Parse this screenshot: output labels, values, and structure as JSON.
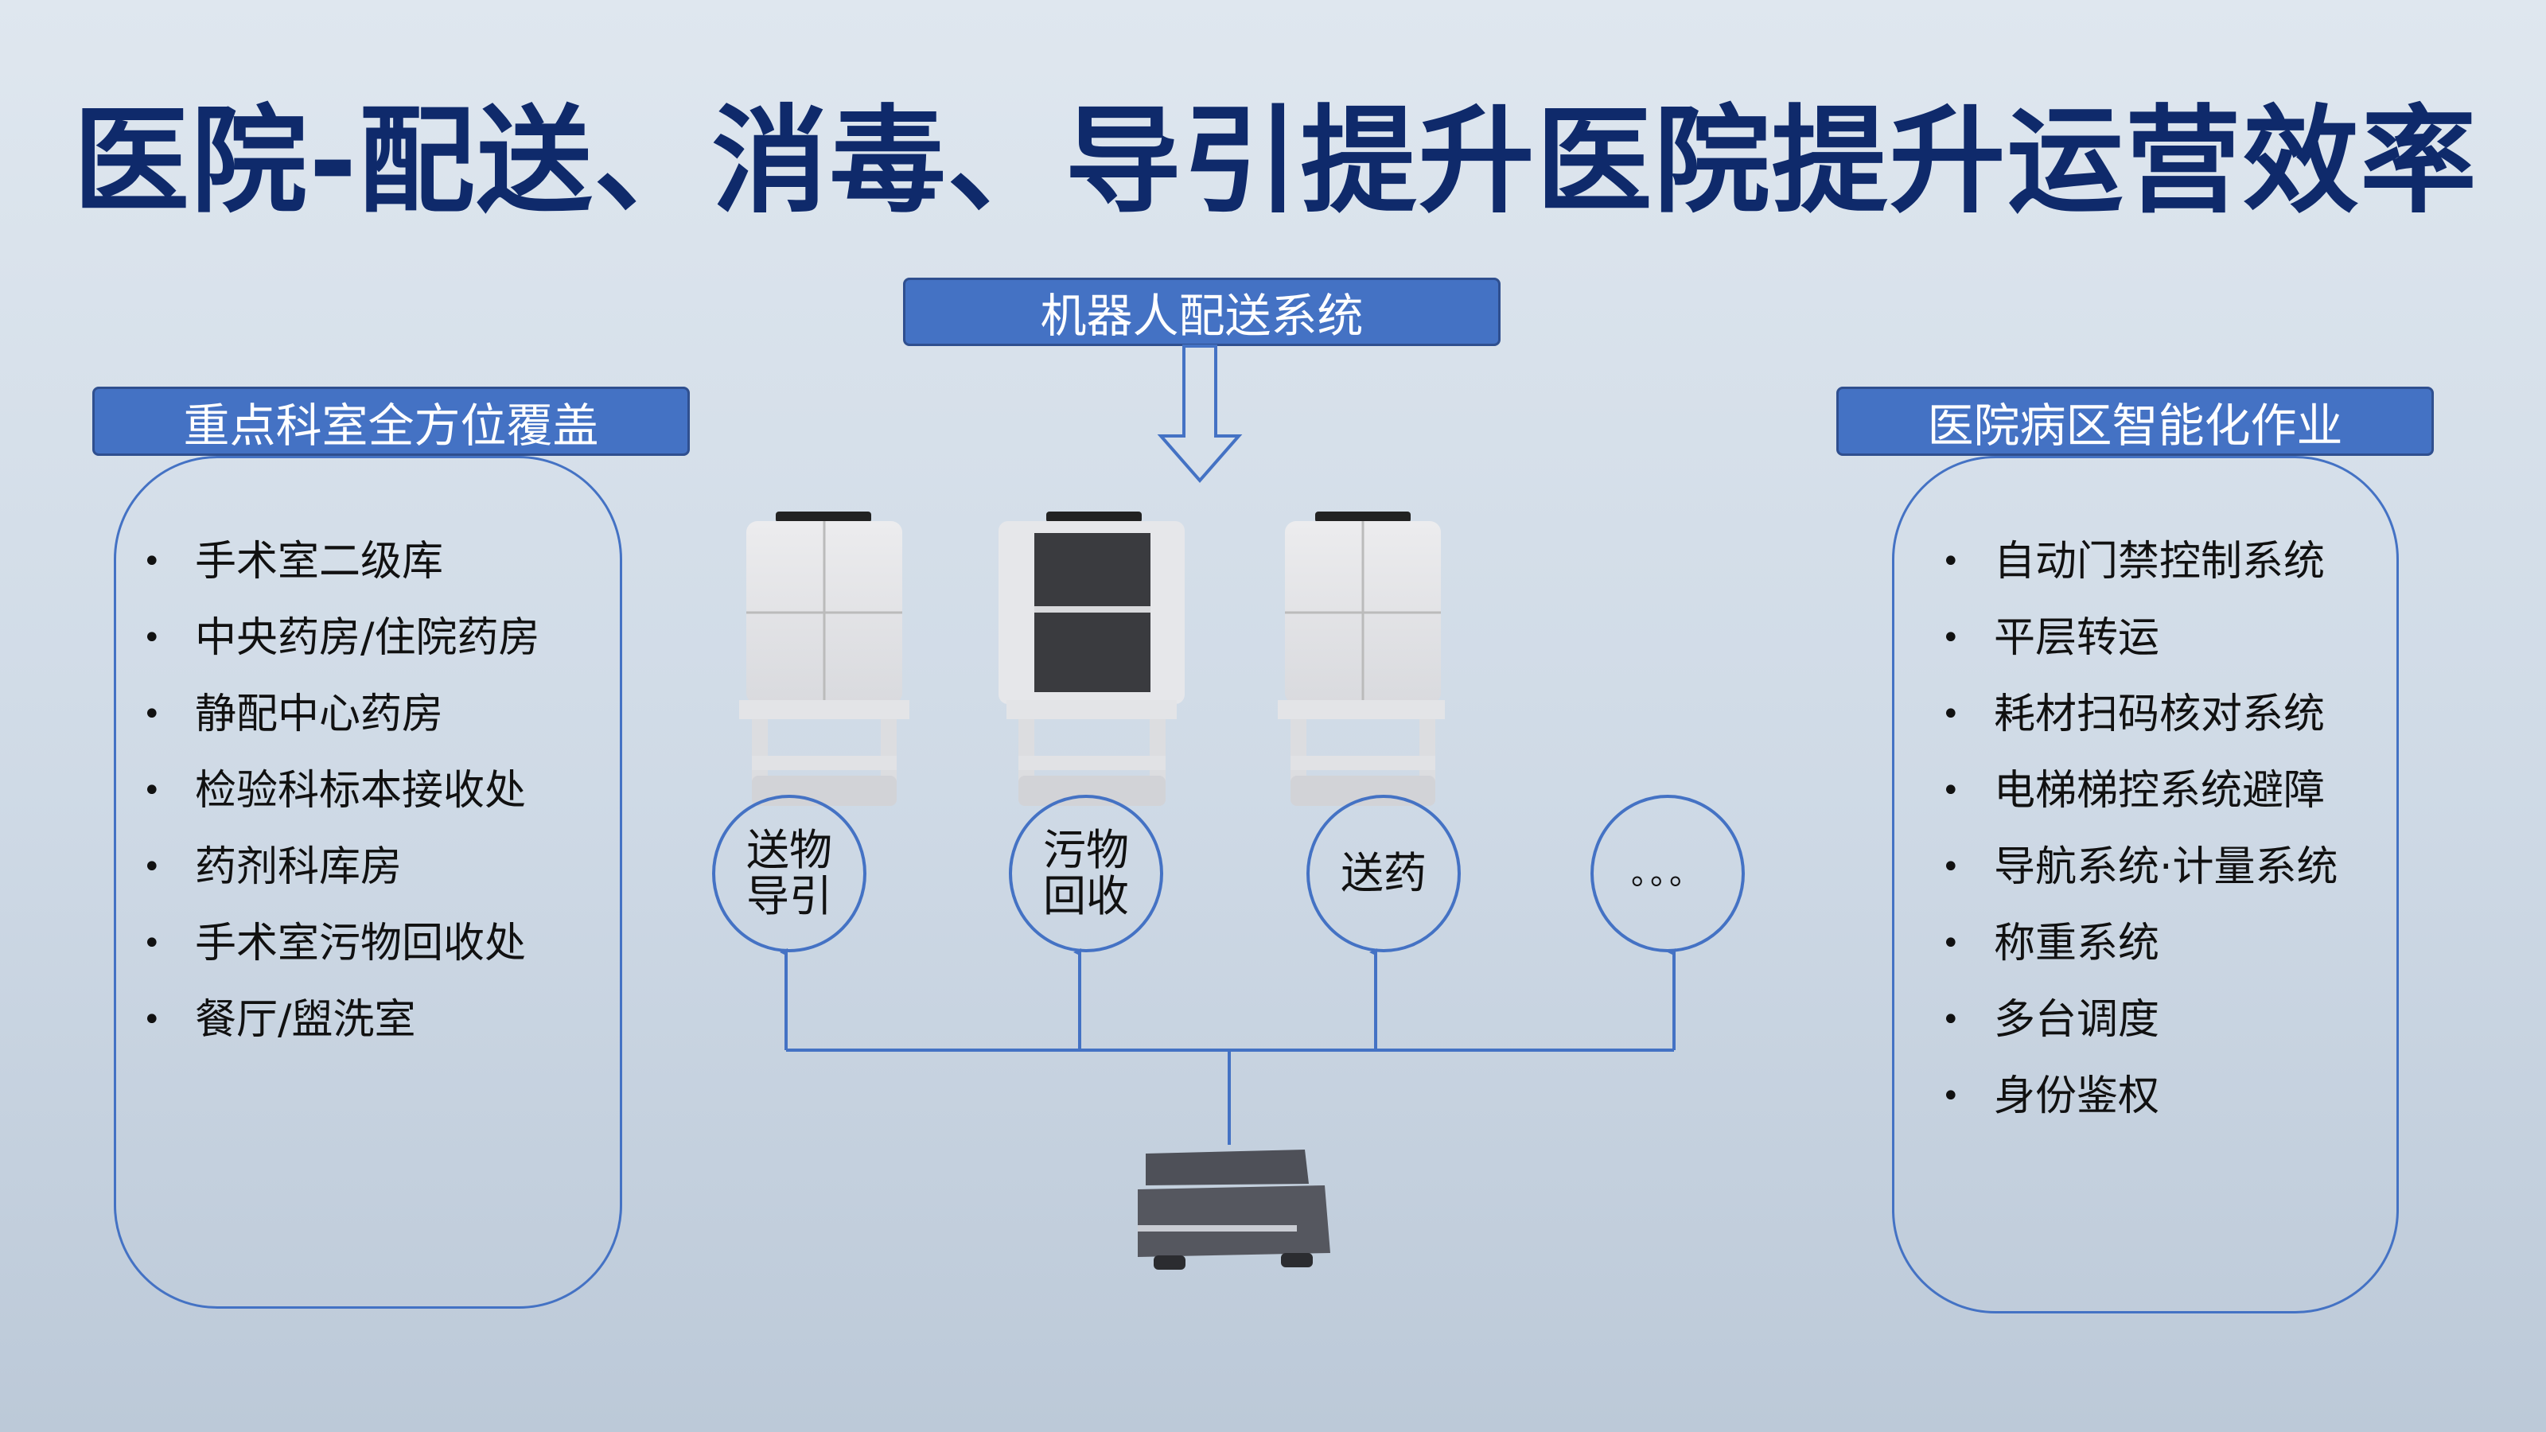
{
  "title": "医院-配送、消毒、导引提升医院提升运营效率",
  "center_header": "机器人配送系统",
  "left_panel": {
    "header": "重点科室全方位覆盖",
    "items": [
      "手术室二级库",
      "中央药房/住院药房",
      "静配中心药房",
      "检验科标本接收处",
      "药剂科库房",
      "手术室污物回收处",
      "餐厅/盥洗室"
    ]
  },
  "right_panel": {
    "header": "医院病区智能化作业",
    "items": [
      "自动门禁控制系统",
      "平层转运",
      "耗材扫码核对系统",
      "电梯梯控系统避障",
      "导航系统·计量系统",
      "称重系统",
      "多台调度",
      "身份鉴权"
    ]
  },
  "functions": [
    {
      "line1": "送物",
      "line2": "导引"
    },
    {
      "line1": "污物",
      "line2": "回收"
    },
    {
      "line1": "送药",
      "line2": ""
    },
    {
      "line1": "。。。",
      "line2": ""
    }
  ],
  "colors": {
    "accent": "#4472c4",
    "title": "#0f2a6b"
  }
}
